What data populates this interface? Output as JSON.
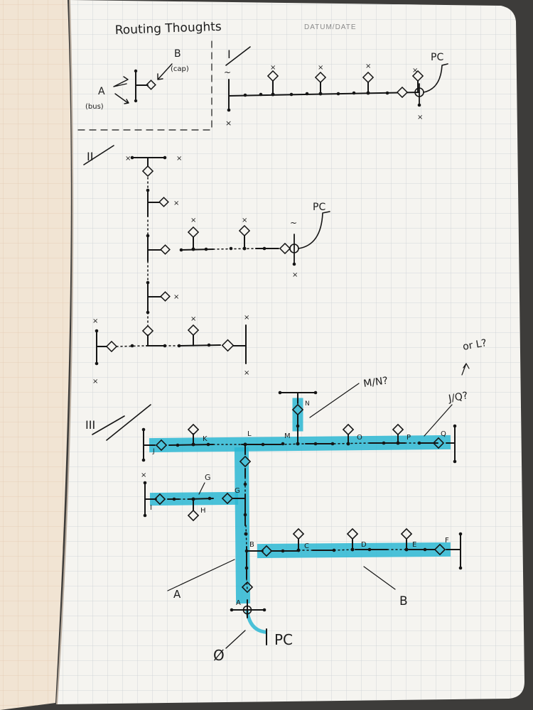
{
  "header": {
    "title": "Routing Thoughts",
    "datum": "DATUM/DATE"
  },
  "legend": {
    "a_label": "A",
    "a_note": "(bus)",
    "b_label": "B",
    "b_note": "(cap)"
  },
  "sections": [
    {
      "numeral": "I",
      "pc": "PC"
    },
    {
      "numeral": "II",
      "pc": "PC"
    },
    {
      "numeral": "III",
      "pc": "PC",
      "phi": "Ø"
    }
  ],
  "node_labels": {
    "J": "J",
    "K": "K",
    "L": "L",
    "M": "M",
    "N": "N",
    "O": "O",
    "P": "P",
    "Q": "Q",
    "G_upper": "G",
    "G": "G",
    "H": "H",
    "I": "I",
    "A": "A",
    "B": "B",
    "C": "C",
    "D": "D",
    "E": "E",
    "F": "F"
  },
  "annotations": {
    "mn": "M/N?",
    "jq": "J/Q?",
    "orl": "or L?",
    "route_a": "A",
    "route_b": "B"
  },
  "end_marks": {
    "x": "×",
    "tilde": "~"
  },
  "colors": {
    "paper": "#f4f3ef",
    "paper_left": "#f2e6d6",
    "grid": "#c8cdd2",
    "ink": "#151515",
    "highlighter": "#2bb7d3"
  }
}
